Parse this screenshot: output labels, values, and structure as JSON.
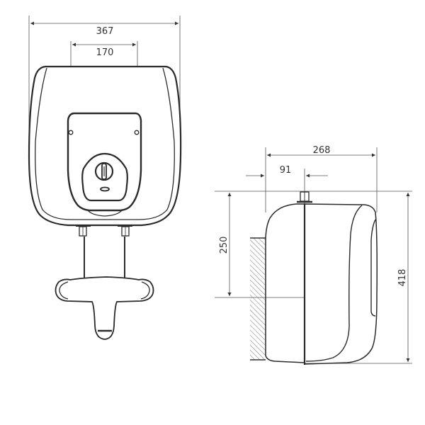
{
  "figure": {
    "type": "technical dimension drawing",
    "subject": "under-sink water heater with mixer tap",
    "line_color": "#2a2a2a",
    "dimension_line_color": "#555555",
    "background": "#ffffff"
  },
  "front_view": {
    "dimensions": {
      "overall_width": "367",
      "bracket_spacing": "170"
    },
    "parts": [
      "tank-body",
      "front-panel",
      "thermostat-knob",
      "indicator-light",
      "water-pipes",
      "mixer-tap"
    ]
  },
  "side_view": {
    "dimensions": {
      "depth": "268",
      "pipe_offset": "91",
      "mount_height": "250",
      "overall_height": "418"
    },
    "parts": [
      "tank-body",
      "wall-hatching",
      "pipe-connector",
      "control-panel"
    ]
  }
}
